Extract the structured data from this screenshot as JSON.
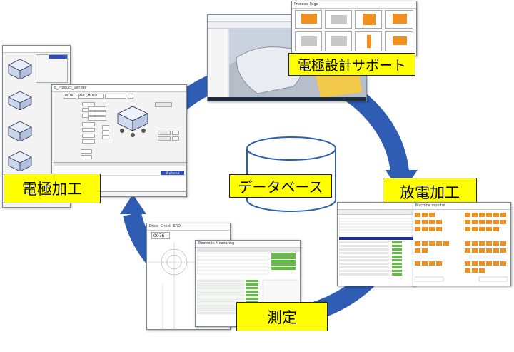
{
  "labels": {
    "electrode_machining": "電極加工",
    "electrode_design_support": "電極設計サポート",
    "edm": "放電加工",
    "measurement": "測定",
    "database": "データベース"
  },
  "windows": {
    "electrode_product_editor": {
      "title": "E_Product_Sender",
      "code": "0076",
      "name": "ABC_MOLD",
      "status": "Produced"
    },
    "draw_check": {
      "title": "Draw_Check_SRD",
      "code": "0076"
    },
    "electrode_measuring": {
      "title": "Electrode Measuring"
    },
    "process_page": {
      "title": "Process_Page"
    },
    "edm_monitor": {
      "title": "Machine monitor"
    }
  },
  "colors": {
    "label_fill": "#ffff00",
    "cycle_arrow": "#2e5db3",
    "status_green": "#5fbf3f",
    "status_orange": "#f0901e"
  }
}
